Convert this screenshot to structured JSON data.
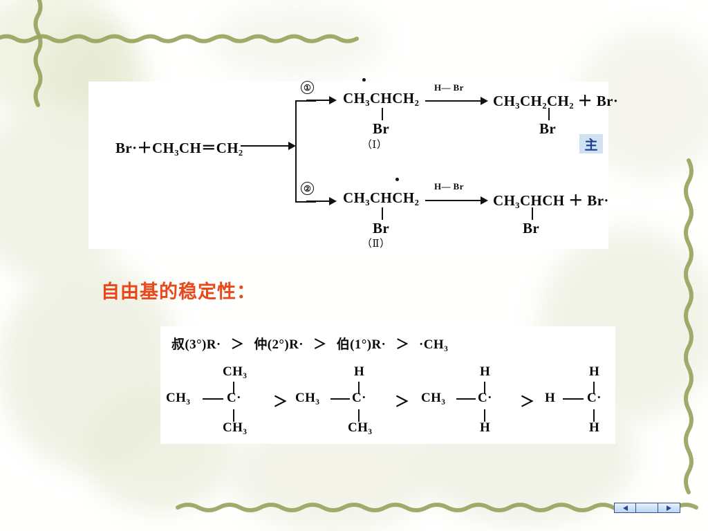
{
  "slide": {
    "heading": "自由基的稳定性：",
    "major_product_badge": "主",
    "accent_color": "#e8491b",
    "badge_bg": "#cfe2f3",
    "badge_fg": "#1f3f8f",
    "vine_color": "#9aa35e"
  },
  "scheme": {
    "reactant": {
      "bromine_radical": "Br·",
      "plus": "＋",
      "propene": "CH₃CH＝CH₂"
    },
    "branch_labels": {
      "one": "①",
      "two": "②"
    },
    "path1": {
      "number": "①",
      "intermediate": "CH₃CHCH₂",
      "intermediate_substituent": "Br",
      "intermediate_label": "（Ⅰ）",
      "reagent": "H— Br",
      "product": "CH₃CH₂CH₂ ＋ Br·",
      "product_substituent": "Br"
    },
    "path2": {
      "number": "②",
      "intermediate": "CH₃CHCH₂",
      "intermediate_substituent": "Br",
      "intermediate_label": "（Ⅱ）",
      "reagent": "H— Br",
      "product": "CH₃CHCH ＋ Br·",
      "product_substituent": "Br"
    }
  },
  "stability": {
    "series": [
      {
        "label": "叔(3°)R·",
        "gt": "＞"
      },
      {
        "label": "仲(2°)R·",
        "gt": "＞"
      },
      {
        "label": "伯(1°)R·",
        "gt": "＞"
      },
      {
        "label": "·CH₃",
        "gt": ""
      }
    ],
    "structures": [
      {
        "top": "CH₃",
        "left": "CH₃",
        "center": "C·",
        "bottom": "CH₃",
        "gt": "＞"
      },
      {
        "top": "H",
        "left": "CH₃",
        "center": "C·",
        "bottom": "CH₃",
        "gt": "＞"
      },
      {
        "top": "H",
        "left": "CH₃",
        "center": "C·",
        "bottom": "H",
        "gt": "＞"
      },
      {
        "top": "H",
        "left": "H",
        "center": "C·",
        "bottom": "H",
        "gt": ""
      }
    ]
  },
  "nav": {
    "prev": "◀",
    "next": "▶"
  }
}
